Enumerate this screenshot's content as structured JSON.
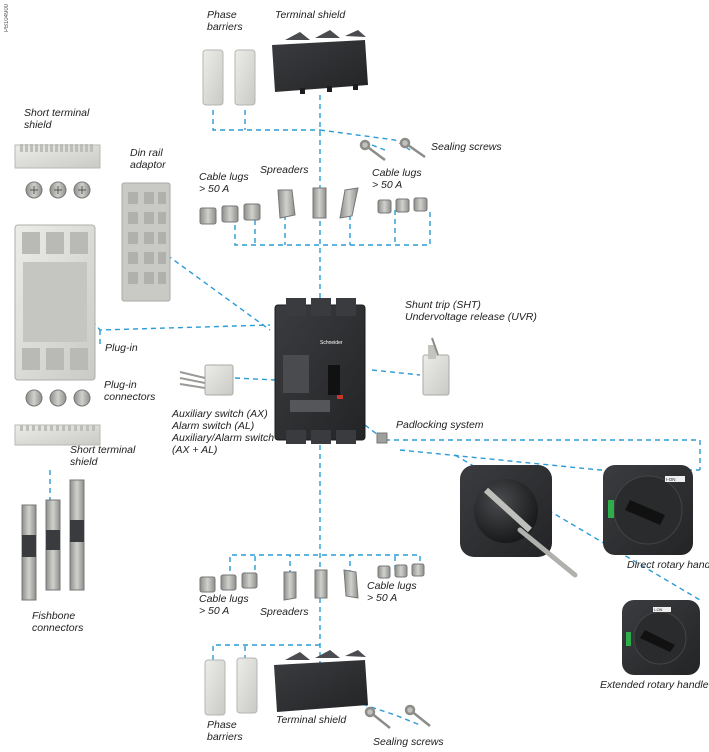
{
  "doc_ref": "PB104900",
  "colors": {
    "leader": "#2b9bd6",
    "body": "#2e2f31",
    "light_part": "#d9dad5",
    "metal": "#a9aaa6",
    "accent_green": "#2eae4a",
    "accent_red": "#c8352e"
  },
  "labels": {
    "phase_barriers_top": [
      "Phase",
      "barriers"
    ],
    "terminal_shield_top": "Terminal shield",
    "short_terminal_shield_top": [
      "Short terminal",
      "shield"
    ],
    "din_rail_adaptor": [
      "Din rail",
      "adaptor"
    ],
    "sealing_screws_top": "Sealing screws",
    "cable_lugs_top_left": [
      "Cable lugs",
      "> 50 A"
    ],
    "spreaders_top": "Spreaders",
    "cable_lugs_top_right": [
      "Cable lugs",
      "> 50 A"
    ],
    "shunt_trip": [
      "Shunt trip (SHT)",
      "Undervoltage release (UVR)"
    ],
    "plug_in": "Plug-in",
    "plug_in_connectors": [
      "Plug-in",
      "connectors"
    ],
    "aux_switches": [
      "Auxiliary switch (AX)",
      "Alarm switch (AL)",
      "Auxiliary/Alarm switch",
      "(AX + AL)"
    ],
    "padlocking_system": "Padlocking system",
    "short_terminal_shield_bottom": [
      "Short terminal",
      "shield"
    ],
    "direct_rotary_handle": "Direct rotary hand",
    "fishbone_connectors": [
      "Fishbone",
      "connectors"
    ],
    "cable_lugs_bottom_left": [
      "Cable lugs",
      "> 50 A"
    ],
    "spreaders_bottom": "Spreaders",
    "cable_lugs_bottom_right": [
      "Cable lugs",
      "> 50 A"
    ],
    "extended_rotary_handle": "Extended rotary handle",
    "phase_barriers_bottom": [
      "Phase",
      "barriers"
    ],
    "terminal_shield_bottom": "Terminal shield",
    "sealing_screws_bottom": "Sealing screws"
  },
  "breaker": {
    "brand": "Schneider",
    "handle_marking": "I-ON"
  }
}
